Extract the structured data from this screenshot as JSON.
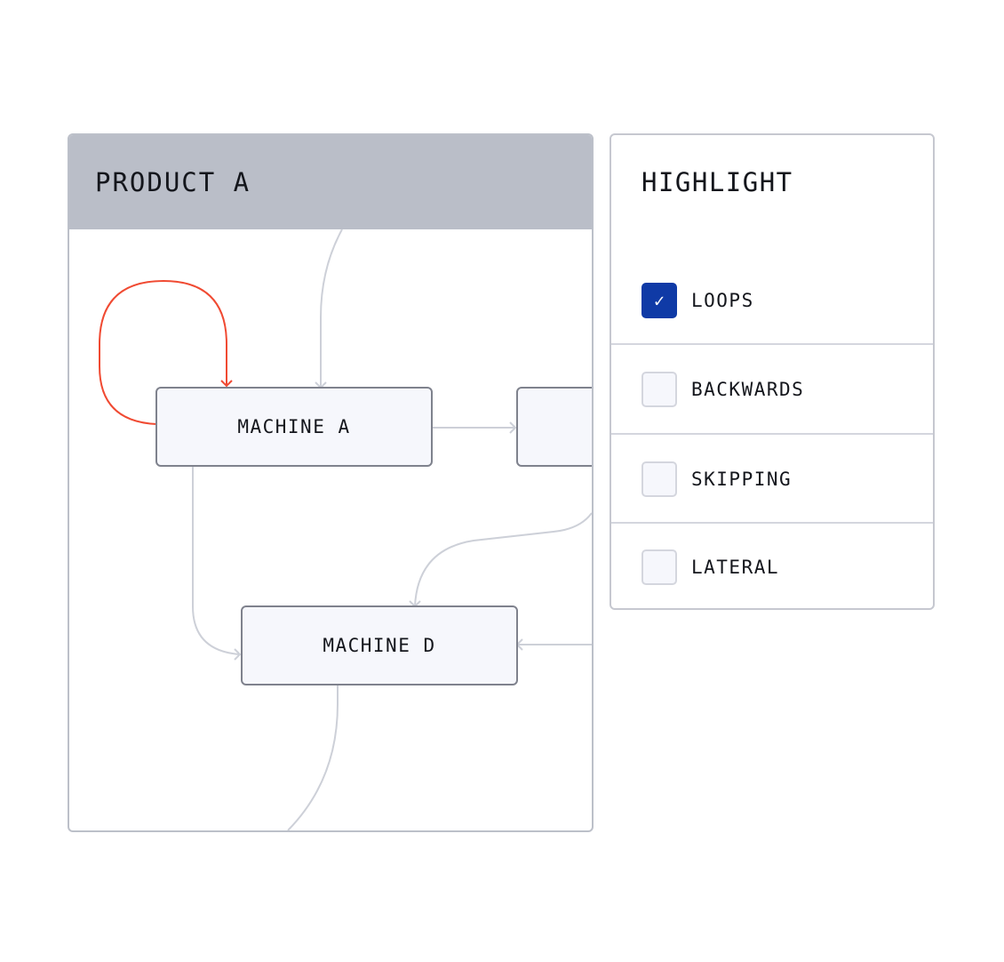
{
  "product_panel": {
    "title": "PRODUCT A"
  },
  "nodes": [
    {
      "label": "MACHINE A"
    },
    {
      "label": "MACHINE D"
    }
  ],
  "highlight": {
    "title": "HIGHLIGHT",
    "options": [
      {
        "label": "LOOPS",
        "checked": true
      },
      {
        "label": "BACKWARDS",
        "checked": false
      },
      {
        "label": "SKIPPING",
        "checked": false
      },
      {
        "label": "LATERAL",
        "checked": false
      }
    ]
  },
  "colors": {
    "loop_edge": "#f04a32",
    "edge": "#cdd0d8",
    "checked": "#0f3aa6",
    "header": "#babec8"
  }
}
